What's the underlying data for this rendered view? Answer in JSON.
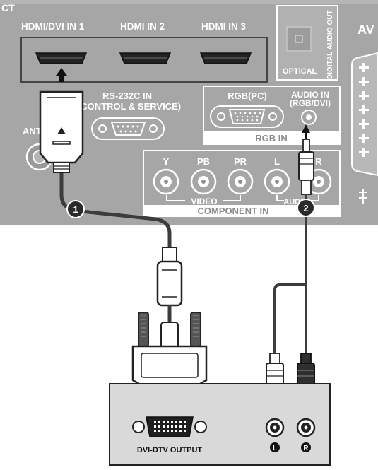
{
  "panel": {
    "corner_label": "CT",
    "hdmi_ports": [
      "HDMI/DVI IN 1",
      "HDMI IN 2",
      "HDMI IN 3"
    ],
    "digital_audio_out": "DIGITAL AUDIO OUT",
    "optical": "OPTICAL",
    "av_label": "AV",
    "rs232": {
      "line1": "RS-232C IN",
      "line2": "(CONTROL & SERVICE)"
    },
    "antenna": "ANT",
    "rgb_pc": "RGB(PC)",
    "audio_in": {
      "line1": "AUDIO IN",
      "line2": "(RGB/DVI)"
    },
    "rgb_in": "RGB IN",
    "component": {
      "jacks": [
        "Y",
        "PB",
        "PR",
        "L",
        "R"
      ],
      "video": "VIDEO",
      "audio": "AUDIO",
      "title": "COMPONENT IN"
    }
  },
  "steps": [
    "1",
    "2"
  ],
  "device": {
    "output_label": "DVI-DTV OUTPUT",
    "left_jack": "L",
    "right_jack": "R"
  },
  "colors": {
    "panel": "#a6a6a6",
    "panel_dark": "#8f8f8f",
    "panel_text": "#ffffff",
    "step_badge": "#2a2a2a",
    "cable": "#3c3c3c",
    "device": "#d9d9d9"
  }
}
